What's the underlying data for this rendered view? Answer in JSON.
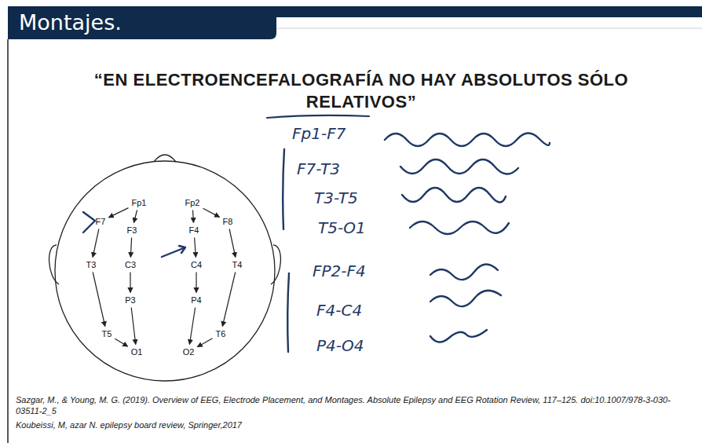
{
  "diagram": {
    "title": "Montajes.",
    "nodes": [
      {
        "text": [
          "Fp1"
        ]
      },
      {
        "text": [
          "Fp2"
        ]
      },
      {
        "text": [
          "F7"
        ]
      },
      {
        "text": [
          "F3"
        ]
      },
      {
        "text": [
          "F4"
        ]
      },
      {
        "text": [
          "F8"
        ]
      },
      {
        "text": [
          "T3"
        ]
      },
      {
        "text": [
          "C3"
        ]
      },
      {
        "text": [
          "C4"
        ]
      },
      {
        "text": [
          "T4"
        ]
      },
      {
        "text": [
          "P3"
        ]
      },
      {
        "text": [
          "P4"
        ]
      },
      {
        "text": [
          "T5"
        ]
      },
      {
        "text": [
          "T6"
        ]
      },
      {
        "text": [
          "O1"
        ]
      },
      {
        "text": [
          "O2"
        ]
      }
    ],
    "edges": [
      {
        "from": 0,
        "to": 2,
        "arrow": "to"
      },
      {
        "from": 2,
        "to": 6,
        "arrow": "to"
      },
      {
        "from": 6,
        "to": 12,
        "arrow": "to"
      },
      {
        "from": 12,
        "to": 14,
        "arrow": "to"
      },
      {
        "from": 0,
        "to": 3,
        "arrow": "to"
      },
      {
        "from": 3,
        "to": 7,
        "arrow": "to"
      },
      {
        "from": 7,
        "to": 10,
        "arrow": "to"
      },
      {
        "from": 10,
        "to": 14,
        "arrow": "to"
      },
      {
        "from": 1,
        "to": 4,
        "arrow": "to"
      },
      {
        "from": 4,
        "to": 8,
        "arrow": "to"
      },
      {
        "from": 8,
        "to": 11,
        "arrow": "to"
      },
      {
        "from": 11,
        "to": 15,
        "arrow": "to"
      },
      {
        "from": 1,
        "to": 5,
        "arrow": "to"
      },
      {
        "from": 5,
        "to": 9,
        "arrow": "to"
      },
      {
        "from": 9,
        "to": 13,
        "arrow": "to"
      },
      {
        "from": 13,
        "to": 15,
        "arrow": "to"
      }
    ],
    "labels": [
      "“EN ELECTROENCEFALOGRAFÍA NO HAY ABSOLUTOS SÓLO RELATIVOS”",
      "Fp1-F7",
      "F7-T3",
      "T3-T5",
      "T5-O1",
      "FP2-F4",
      "F4-C4",
      "P4-O4",
      "Sazgar, M., & Young, M. G. (2019). Overview of EEG, Electrode Placement, and Montages. Absolute Epilepsy and EEG Rotation Review, 117–125. doi:10.1007/978-3-030-03511-2_5",
      "Koubeissi, M, azar N. epilepsy board review, Springer,2017"
    ]
  }
}
